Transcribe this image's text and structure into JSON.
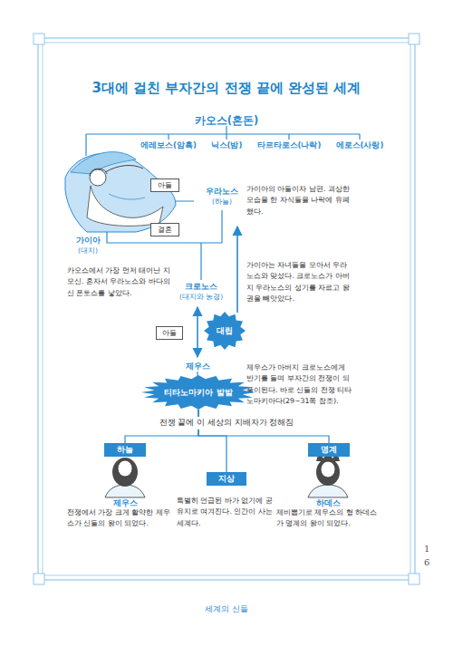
{
  "diagram": {
    "title": "3대에 걸친 부자간의 전쟁 끝에 완성된 세계",
    "nodes": [
      {
        "text": [
          "아들"
        ]
      },
      {
        "text": [
          "결혼"
        ]
      },
      {
        "text": [
          "아들"
        ]
      },
      {
        "text": [
          "대립"
        ]
      },
      {
        "text": [
          "티타노마키아 발발"
        ]
      },
      {
        "text": [
          "하늘"
        ]
      },
      {
        "text": [
          "지상"
        ]
      },
      {
        "text": [
          "명계"
        ]
      }
    ],
    "edges": [
      {
        "from": 4,
        "to": 5,
        "arrow": "none"
      },
      {
        "from": 4,
        "to": 6,
        "arrow": "none"
      },
      {
        "from": 4,
        "to": 7,
        "arrow": "none"
      }
    ],
    "labels": [
      "카오스(혼돈)",
      "에레보스(암흑)",
      "닉스(밤)",
      "타르타로스(나락)",
      "에로스(사랑)",
      "우라노스",
      "(하늘)",
      "가이아의 아들이자 남편. 괴상한 모습을 한 자식들을 나락에 유폐했다.",
      "가이아",
      "(대지)",
      "카오스에서 가장 먼저 태어난 지모신. 혼자서 우라노스와 바다의 신 폰토스를 낳았다.",
      "가이아는 자녀들을 모아서 우라노스와 맞섰다. 크로노스가 아버지 우라노스의 성기를 자르고 왕권을 빼앗았다.",
      "크로노스",
      "(대지와 농경)",
      "제우스",
      "제우스가 아버지 크로노스에게 반기를 들며 부자간의 전쟁이 되풀이된다. 바로 신들의 전쟁 티타노마키아다(29~31쪽 참조).",
      "전쟁 끝에 이 세상의 지배자가 정해짐",
      "제우스",
      "전쟁에서 가장 크게 활약한 제우스가 신들의 왕이 되었다.",
      "특별히 언급된 바가 없기에 공유지로 여겨진다. 인간이 사는 세계다.",
      "하데스",
      "제비뽑기로 제우스의 형 하데스가 명계의 왕이 되었다.",
      "16",
      "세계의 신들"
    ]
  }
}
